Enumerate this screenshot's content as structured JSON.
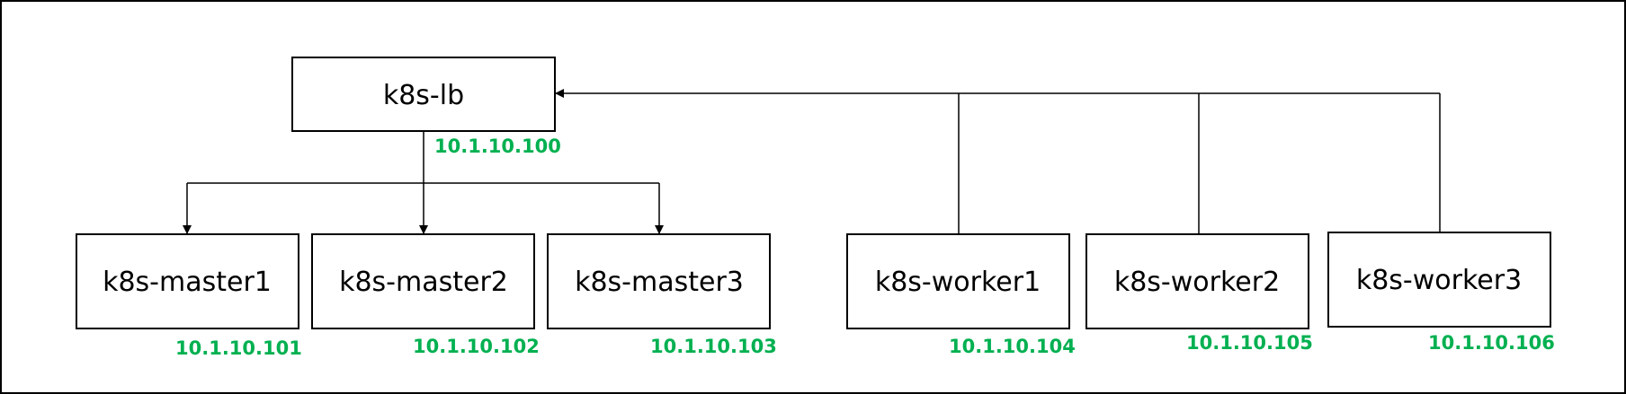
{
  "colors": {
    "ip_text": "#00b050",
    "line": "#000000",
    "box_border": "#000000",
    "background": "#ffffff"
  },
  "nodes": {
    "lb": {
      "label": "k8s-lb",
      "ip": "10.1.10.100"
    },
    "master1": {
      "label": "k8s-master1",
      "ip": "10.1.10.101"
    },
    "master2": {
      "label": "k8s-master2",
      "ip": "10.1.10.102"
    },
    "master3": {
      "label": "k8s-master3",
      "ip": "10.1.10.103"
    },
    "worker1": {
      "label": "k8s-worker1",
      "ip": "10.1.10.104"
    },
    "worker2": {
      "label": "k8s-worker2",
      "ip": "10.1.10.105"
    },
    "worker3": {
      "label": "k8s-worker3",
      "ip": "10.1.10.106"
    }
  }
}
